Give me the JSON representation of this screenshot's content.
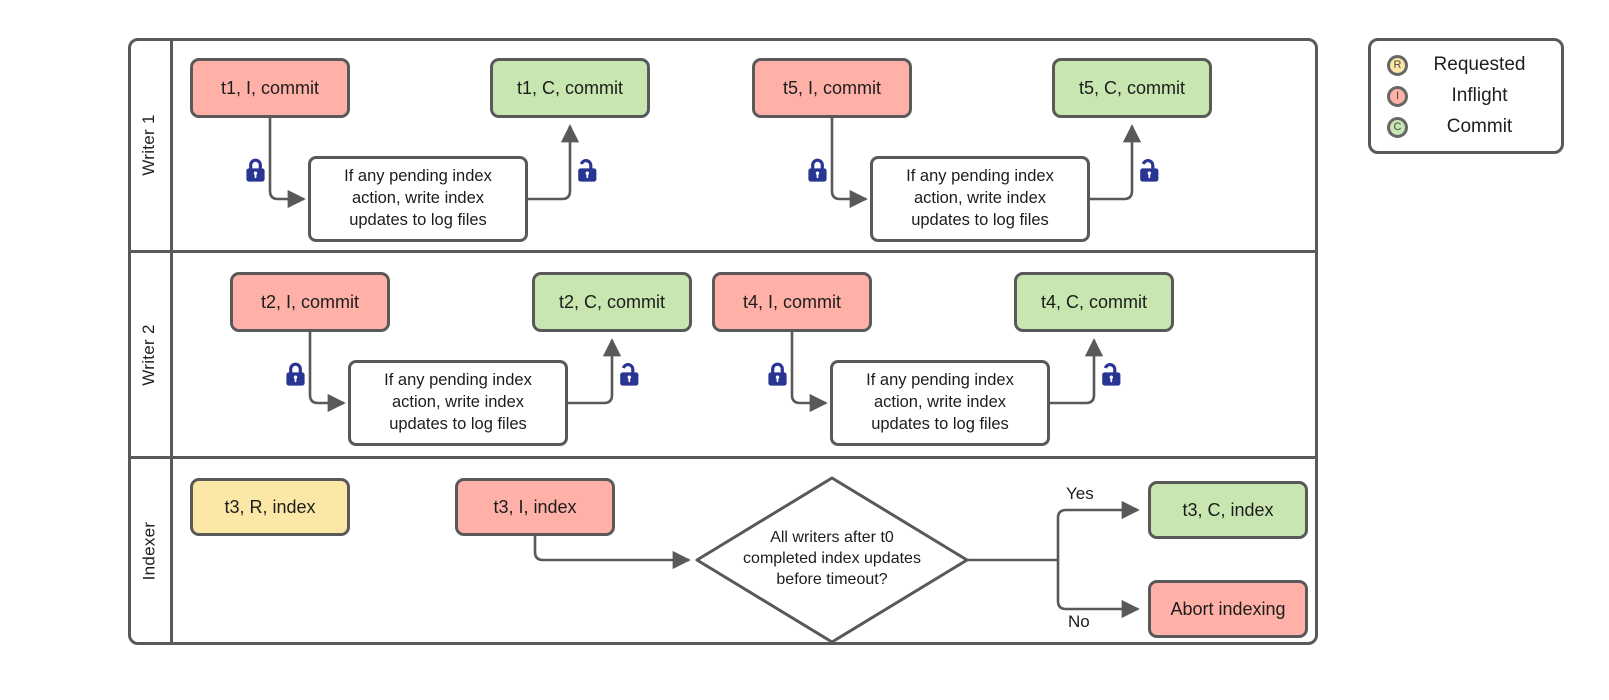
{
  "colors": {
    "inflight_fill": "#FFB1A8",
    "commit_fill": "#C8E6B0",
    "requested_fill": "#FBE8A6",
    "shape_border": "#595959",
    "connector": "#595959",
    "lock": "#283593"
  },
  "lanes": [
    {
      "label": "Writer 1"
    },
    {
      "label": "Writer 2"
    },
    {
      "label": "Indexer"
    }
  ],
  "process_note": {
    "lines": [
      "If any pending index",
      "action, write index",
      "updates to log files"
    ]
  },
  "writer_groups": [
    {
      "start": "t1, I, commit",
      "end": "t1, C, commit"
    },
    {
      "start": "t5, I, commit",
      "end": "t5, C, commit"
    },
    {
      "start": "t2, I, commit",
      "end": "t2, C, commit"
    },
    {
      "start": "t4, I, commit",
      "end": "t4, C, commit"
    }
  ],
  "indexer": {
    "requested": "t3, R, index",
    "inflight": "t3, I, index",
    "decision_lines": [
      "All writers after t0",
      "completed index updates",
      "before timeout?"
    ],
    "yes_label": "Yes",
    "no_label": "No",
    "commit": "t3, C, index",
    "abort": "Abort indexing"
  },
  "legend": {
    "items": [
      {
        "letter": "R",
        "label": "Requested"
      },
      {
        "letter": "I",
        "label": "Inflight"
      },
      {
        "letter": "C",
        "label": "Commit"
      }
    ]
  }
}
